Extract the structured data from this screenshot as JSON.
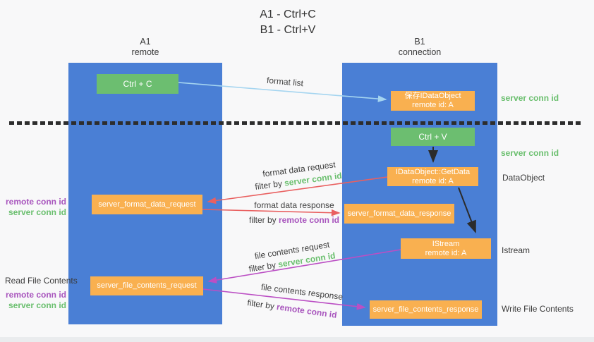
{
  "title": {
    "line1": "A1 - Ctrl+C",
    "line2": "B1 - Ctrl+V"
  },
  "lanes": {
    "left": {
      "title": "A1",
      "subtitle": "remote"
    },
    "right": {
      "title": "B1",
      "subtitle": "connection"
    }
  },
  "nodes": {
    "ctrl_c": "Ctrl + C",
    "save_idataobject": {
      "line1": "保存IDataObject",
      "line2": "remote id: A"
    },
    "ctrl_v": "Ctrl + V",
    "getdata": {
      "line1": "IDataObject::GetData",
      "line2": "remote id: A"
    },
    "server_format_data_request": "server_format_data_request",
    "server_format_data_response": "server_format_data_response",
    "istream": {
      "line1": "IStream",
      "line2": "remote id: A"
    },
    "server_file_contents_request": "server_file_contents_request",
    "server_file_contents_response": "server_file_contents_response"
  },
  "edge_labels": {
    "format_list": "format list",
    "format_data_request": "format data request",
    "format_data_response": "format data response",
    "file_contents_request": "file contents request",
    "file_contents_response": "file contents response",
    "filter_by": "filter by ",
    "server_conn_id": "server conn id",
    "remote_conn_id": "remote conn id"
  },
  "side_labels": {
    "left_remote_conn_id": "remote conn id",
    "left_server_conn_id": "server conn id",
    "read_file_contents": "Read File Contents",
    "right_server_conn_id_top": "server conn id",
    "right_server_conn_id_mid": "server conn id",
    "dataobject": "DataObject",
    "istream": "Istream",
    "write_file_contents": "Write File Contents"
  },
  "colors": {
    "lane_blue": "#4a7fd5",
    "node_orange": "#f9b050",
    "node_green": "#6cbe70",
    "arrow_light_blue": "#a5d5f0",
    "arrow_red": "#e96060",
    "arrow_purple": "#bb4fc4",
    "arrow_black": "#2b2b2b",
    "label_green": "#6abf6e",
    "label_purple": "#a855bd",
    "text_dark": "#3a3a3a",
    "dash": "#2d2d2d",
    "background": "#f8f8f9",
    "footer_strip": "#eaecee"
  }
}
